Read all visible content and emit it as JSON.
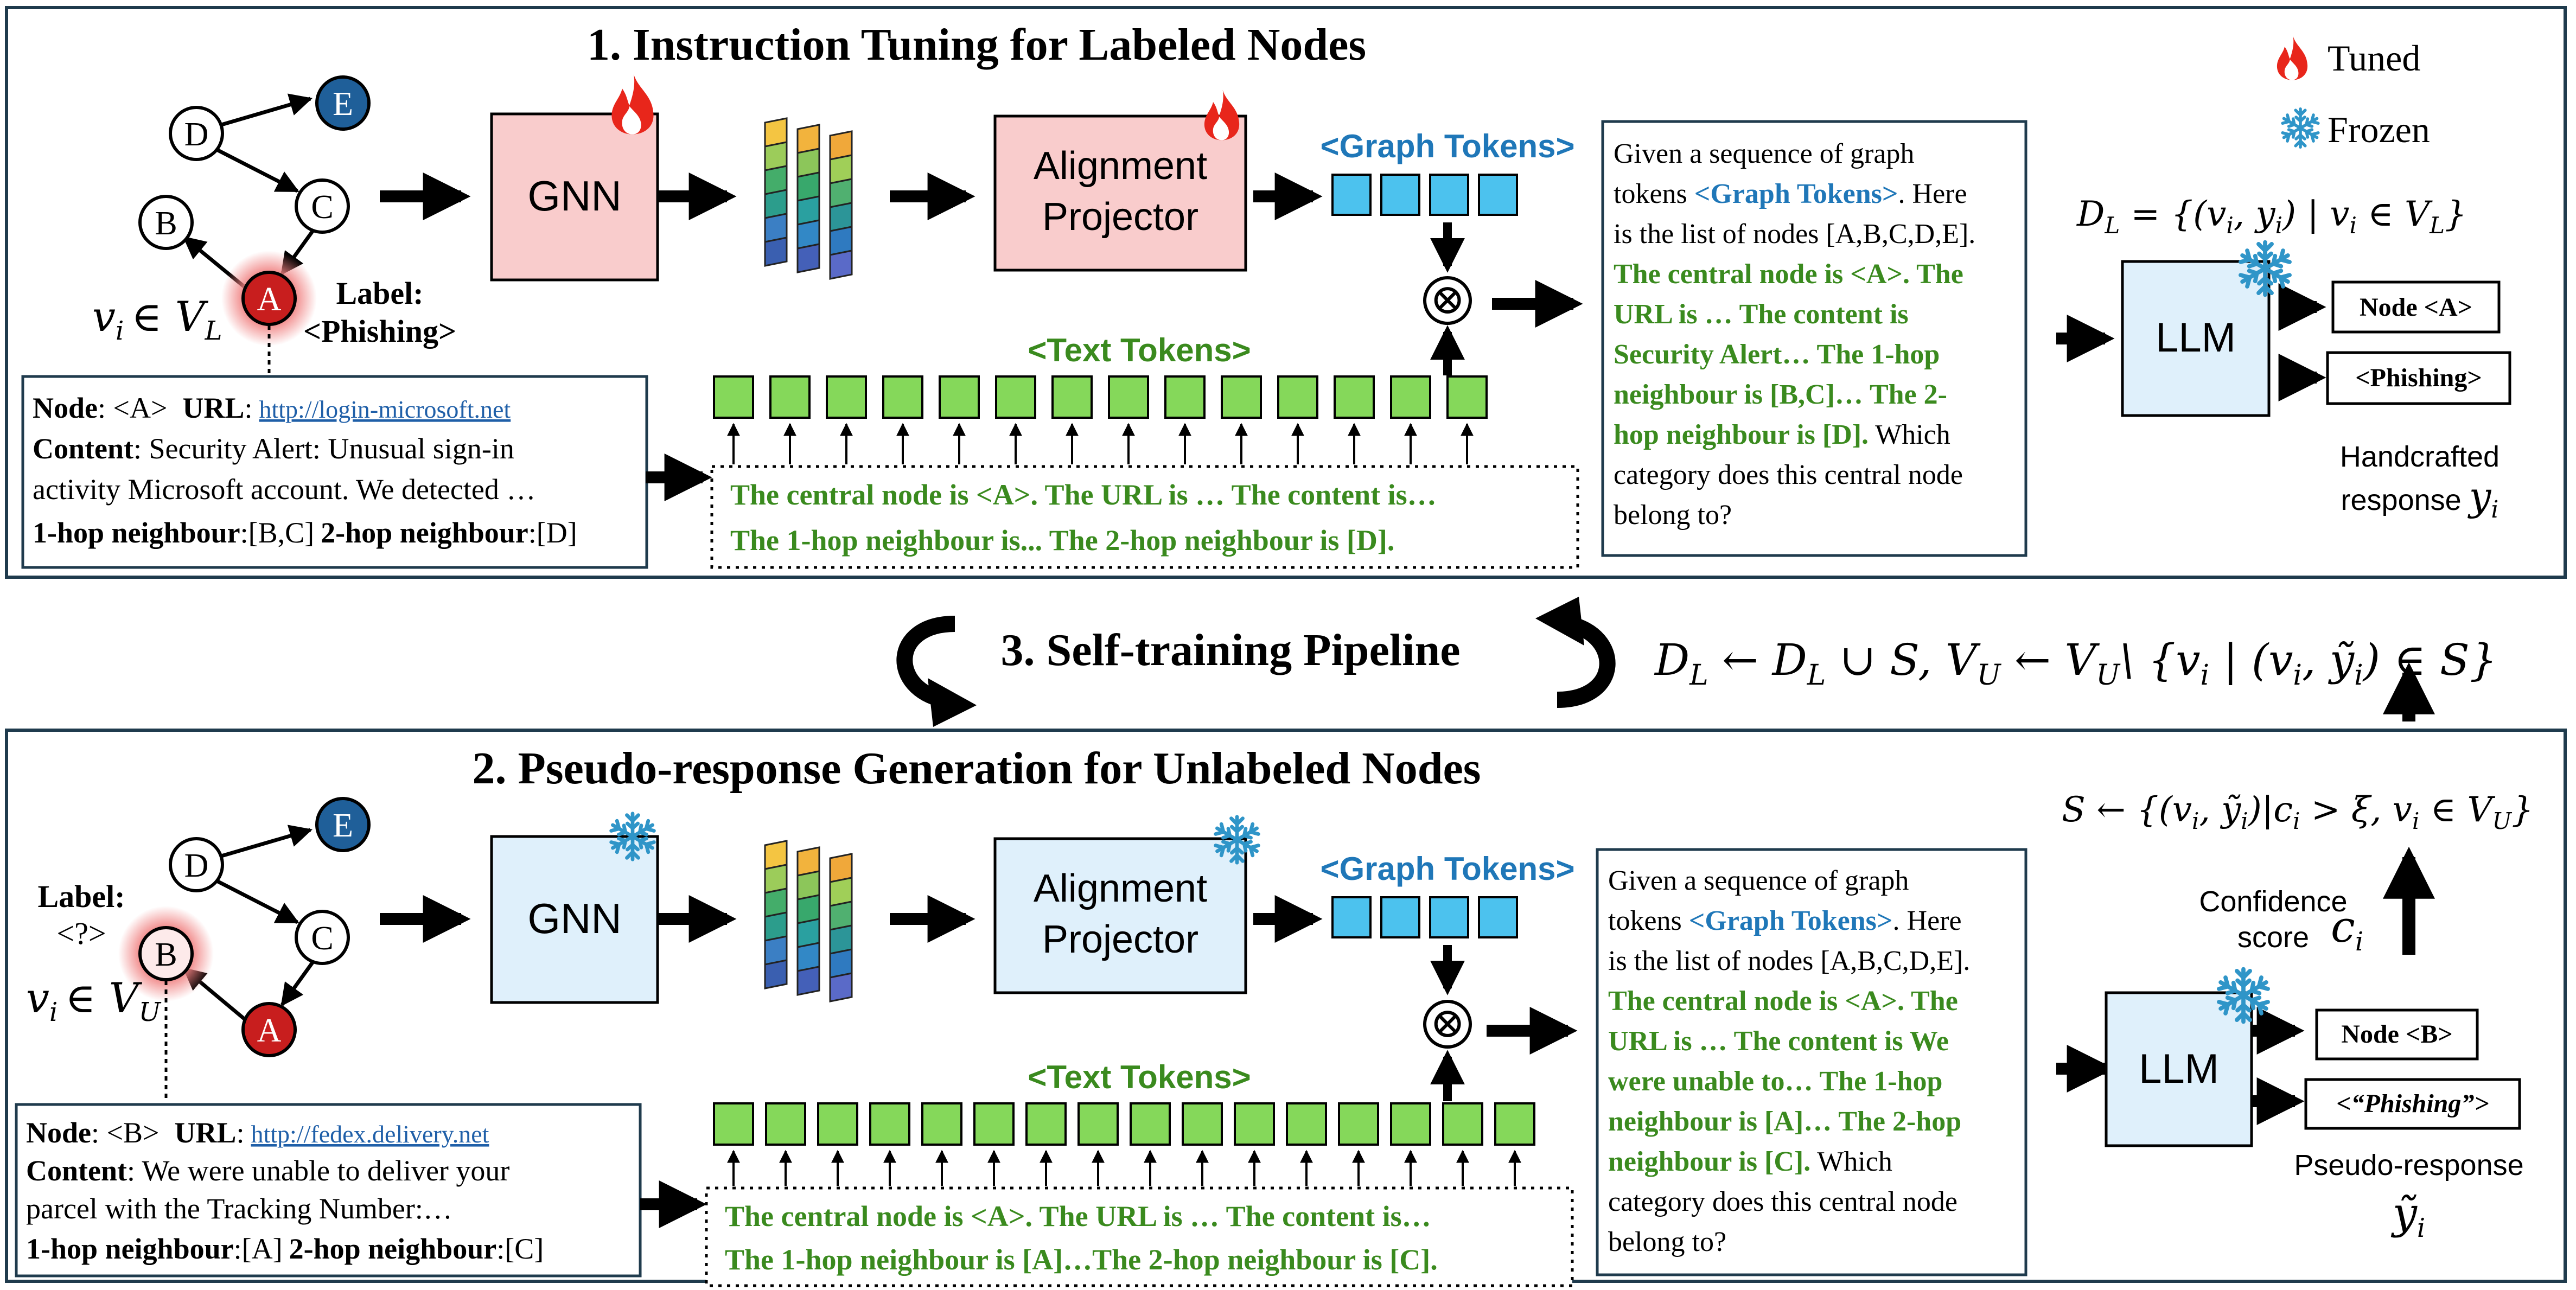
{
  "colors": {
    "frame": "#1f3b4d",
    "tuned_fill": "#f9cccc",
    "frozen_fill": "#dff0fb",
    "token_blue": "#4cc2ee",
    "token_green": "#85d85a",
    "text_green": "#3a8a1e",
    "text_blue": "#1f77b8",
    "node_red": "#c81e1e",
    "node_blue": "#1f5f99",
    "fire": "#e8261b",
    "snow": "#2f95c8"
  },
  "icons": {
    "tuned": "fire-icon",
    "frozen": "snowflake-icon"
  },
  "legend": {
    "tuned": "Tuned",
    "frozen": "Frozen"
  },
  "panel1": {
    "title": "1. Instruction Tuning for Labeled Nodes",
    "graph": {
      "nodes": [
        "A",
        "B",
        "C",
        "D",
        "E"
      ],
      "var": "v",
      "var_sub": "i",
      "set": "∈ V",
      "set_sub": "L",
      "label_title": "Label:",
      "label_value": "<Phishing>"
    },
    "gnn": "GNN",
    "projector_line1": "Alignment",
    "projector_line2": "Projector",
    "graph_tokens": "<Graph Tokens>",
    "text_tokens": "<Text Tokens>",
    "otimes": "⊗",
    "node_box": {
      "node_label": "Node",
      "node_value": ": <A>",
      "url_label": "URL",
      "url_sep": ":",
      "url": "http://login-microsoft.net",
      "content_label": "Content",
      "content_line1": ": Security Alert: Unusual sign-in",
      "content_line2": "activity Microsoft account. We detected …",
      "hop1_label": "1-hop neighbour",
      "hop1_value": ":[B,C]",
      "hop2_label": "2-hop neighbour",
      "hop2_value": ":[D]"
    },
    "text_box_line1": "The central node is <A>. The URL is … The content is…",
    "text_box_line2": "The 1-hop neighbour is... The 2-hop neighbour is [D].",
    "prompt": {
      "l1": "Given a sequence of graph",
      "l2a": "tokens ",
      "l2b": "<Graph Tokens>",
      "l2c": ". Here",
      "l3": "is the list of nodes [A,B,C,D,E].",
      "l4": "The central node is <A>. The",
      "l5": "URL is … The content is",
      "l6": "Security Alert… The 1-hop",
      "l7": "neighbour is [B,C]… The 2-",
      "l8a": "hop neighbour is [D].",
      "l8b": " Which",
      "l9": "category does this central node",
      "l10": "belong to?"
    },
    "llm": "LLM",
    "out1": "Node <A>",
    "out2": "<Phishing>",
    "dl_formula": "D",
    "dl_sub": "L",
    "dl_rest": " = {(v",
    "dl_rest_sub": "i",
    "dl_rest2": ", y",
    "dl_rest2_sub": "i",
    "dl_rest3": ") | v",
    "dl_rest3_sub": "i",
    "dl_rest4": " ∈ V",
    "dl_rest4_sub": "L",
    "dl_rest5": "}",
    "response_line1": "Handcrafted",
    "response_line2": "response",
    "response_var": "y",
    "response_sub": "i"
  },
  "middle": {
    "title": "3. Self-training Pipeline",
    "f_D": "D",
    "f_L": "L",
    "f_arrow": " ← D",
    "f_L2": "L",
    "f_cup": " ∪ S,   V",
    "f_U": "U",
    "f_arrow2": " ← V",
    "f_U2": "U",
    "f_rest": "\\ {v",
    "f_i": "i",
    "f_rest2": " | (v",
    "f_i2": "i",
    "f_rest3": ", ỹ",
    "f_i3": "i",
    "f_rest4": ") ∈ S}"
  },
  "panel2": {
    "title": "2. Pseudo-response Generation for Unlabeled Nodes",
    "graph": {
      "nodes": [
        "A",
        "B",
        "C",
        "D",
        "E"
      ],
      "var": "v",
      "var_sub": "i",
      "set": "∈ V",
      "set_sub": "U",
      "label_title": "Label:",
      "label_value": "<?>"
    },
    "gnn": "GNN",
    "projector_line1": "Alignment",
    "projector_line2": "Projector",
    "graph_tokens": "<Graph Tokens>",
    "text_tokens": "<Text Tokens>",
    "otimes": "⊗",
    "node_box": {
      "node_label": "Node",
      "node_value": ": <B>",
      "url_label": "URL",
      "url_sep": ":",
      "url": "http://fedex.delivery.net",
      "content_label": "Content",
      "content_line1": ": We were unable to deliver your",
      "content_line2": "parcel with the Tracking Number:…",
      "hop1_label": "1-hop neighbour",
      "hop1_value": ":[A]",
      "hop2_label": "2-hop neighbour",
      "hop2_value": ":[C]"
    },
    "text_box_line1": "The central node is <A>. The URL is … The content is…",
    "text_box_line2": "The 1-hop neighbour is [A]…The 2-hop neighbour is [C].",
    "prompt": {
      "l1": "Given a sequence of graph",
      "l2a": "tokens ",
      "l2b": "<Graph Tokens>",
      "l2c": ". Here",
      "l3": "is the list of nodes [A,B,C,D,E].",
      "l4": "The central node is <A>. The",
      "l5": "URL is … The content is We",
      "l6": "were unable to… The 1-hop",
      "l7": "neighbour is [A]… The 2-hop",
      "l8a": "neighbour is [C].",
      "l8b": " Which",
      "l9": "category does this central node",
      "l10": "belong to?"
    },
    "llm": "LLM",
    "out1": "Node <B>",
    "out2": "<“Phishing”>",
    "s_formula_a": "S ← {(v",
    "s_i": "i",
    "s_formula_b": ", ỹ",
    "s_i2": "i",
    "s_formula_c": ")|c",
    "s_i3": "i",
    "s_formula_d": " > ξ, v",
    "s_i4": "i",
    "s_formula_e": " ∈ V",
    "s_U": "U",
    "s_formula_f": "}",
    "confidence_line1": "Confidence",
    "confidence_line2": "score",
    "confidence_var": "c",
    "confidence_sub": "i",
    "response_line1": "Pseudo-response",
    "response_var": "ỹ",
    "response_sub": "i"
  }
}
